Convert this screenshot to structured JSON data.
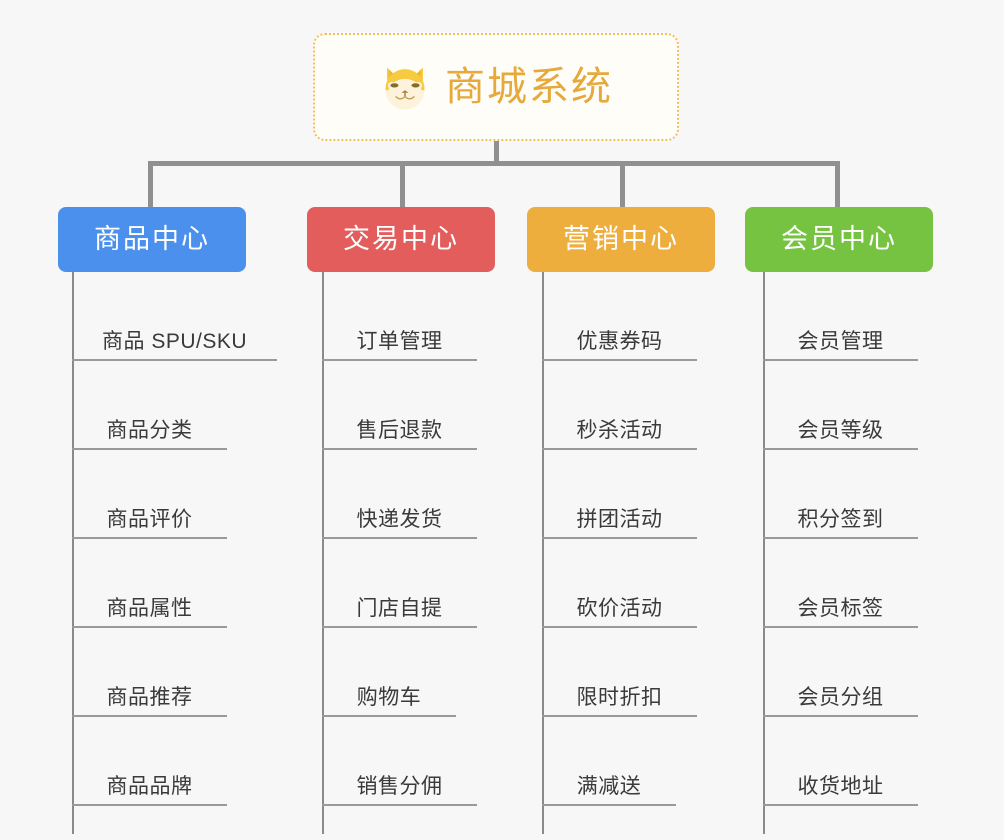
{
  "diagram": {
    "type": "mindmap-tree",
    "background_color": "#f7f7f7",
    "connector_color": "#909090",
    "root": {
      "title": "商城系统",
      "icon": "shiba-dog-face-icon",
      "text_color": "#e5a93c",
      "border_color": "#f0c060",
      "fill_color": "#fffdf8"
    },
    "branches": [
      {
        "label": "商品中心",
        "color": "#4a90ec",
        "items": [
          "商品 SPU/SKU",
          "商品分类",
          "商品评价",
          "商品属性",
          "商品推荐",
          "商品品牌"
        ]
      },
      {
        "label": "交易中心",
        "color": "#e35d5d",
        "items": [
          "订单管理",
          "售后退款",
          "快递发货",
          "门店自提",
          "购物车",
          "销售分佣"
        ]
      },
      {
        "label": "营销中心",
        "color": "#eeae3e",
        "items": [
          "优惠券码",
          "秒杀活动",
          "拼团活动",
          "砍价活动",
          "限时折扣",
          "满减送"
        ]
      },
      {
        "label": "会员中心",
        "color": "#76c341",
        "items": [
          "会员管理",
          "会员等级",
          "积分签到",
          "会员标签",
          "会员分组",
          "收货地址"
        ]
      }
    ]
  }
}
